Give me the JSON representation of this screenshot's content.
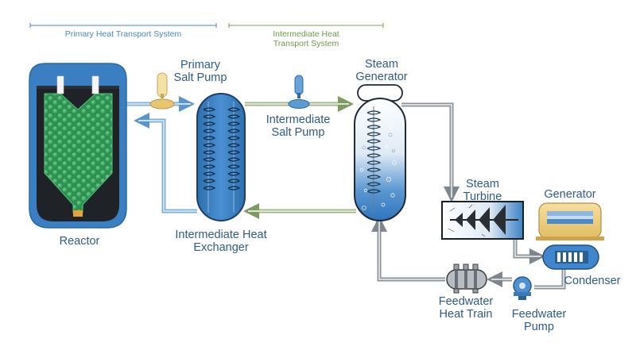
{
  "colors": {
    "label_text": "#2f5b84",
    "primary_system": "#4a87c4",
    "intermediate_system": "#7aa05a",
    "reactor_vessel": "#3a7fc1",
    "reactor_core": "#3cab63",
    "hot_pipe": "#a9c9e4",
    "warm_pipe": "#b7c9a2",
    "steam_pipe": "#9aa0a6",
    "pump_gold": "#e8c670"
  },
  "headers": {
    "primary": "Primary Heat Transport System",
    "intermediate_line1": "Intermediate Heat",
    "intermediate_line2": "Transport System"
  },
  "labels": {
    "reactor": "Reactor",
    "primary_pump_line1": "Primary",
    "primary_pump_line2": "Salt Pump",
    "intermediate_pump_line1": "Intermediate",
    "intermediate_pump_line2": "Salt Pump",
    "steam_generator_line1": "Steam",
    "steam_generator_line2": "Generator",
    "ihx_line1": "Intermediate Heat",
    "ihx_line2": "Exchanger",
    "steam_turbine_line1": "Steam",
    "steam_turbine_line2": "Turbine",
    "generator": "Generator",
    "condenser": "Condenser",
    "feedwater_heat_train_line1": "Feedwater",
    "feedwater_heat_train_line2": "Heat Train",
    "feedwater_pump_line1": "Feedwater",
    "feedwater_pump_line2": "Pump"
  },
  "icons": [
    "reactor-vessel-icon",
    "salt-pump-icon",
    "heat-exchanger-icon",
    "steam-generator-icon",
    "steam-turbine-icon",
    "generator-icon",
    "condenser-icon",
    "feedwater-heat-train-icon",
    "feedwater-pump-icon"
  ]
}
